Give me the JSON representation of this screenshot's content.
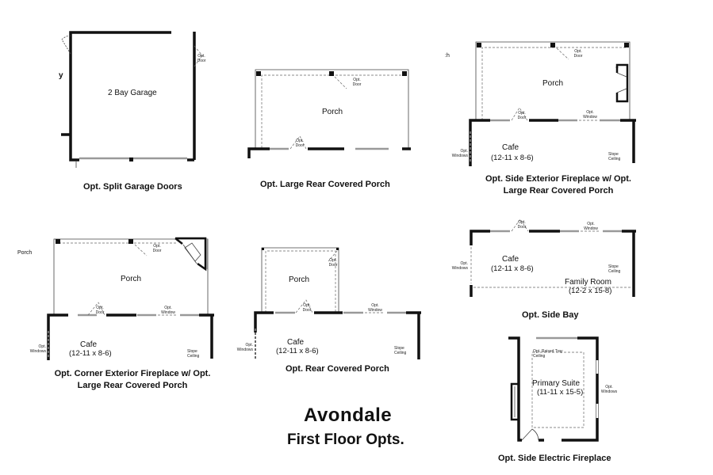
{
  "sheet": {
    "title": "Avondale",
    "subtitle": "First Floor Opts."
  },
  "plans": [
    {
      "id": "split-garage",
      "caption": "Opt. Split Garage Doors",
      "rooms": [
        {
          "name": "2 Bay Garage"
        }
      ],
      "notes": [
        "Opt. Door"
      ],
      "edge_fragments": [
        "y"
      ]
    },
    {
      "id": "large-rear-porch",
      "caption": "Opt. Large Rear Covered Porch",
      "rooms": [
        {
          "name": "Porch"
        }
      ],
      "notes": [
        "Opt. Door",
        "Opt. Door"
      ]
    },
    {
      "id": "side-exterior-fireplace",
      "caption_line1": "Opt. Side Exterior Fireplace w/ Opt.",
      "caption_line2": "Large Rear Covered Porch",
      "rooms": [
        {
          "name": "Porch"
        },
        {
          "name": "Cafe",
          "dims": "(12-11 x 8-6)"
        }
      ],
      "notes": [
        "Opt. Door",
        "Opt. Door",
        "Opt. Window",
        "Opt. Windows",
        "Slope Ceiling"
      ],
      "edge_fragments": [
        ":h"
      ]
    },
    {
      "id": "corner-exterior-fireplace",
      "caption_line1": "Opt. Corner Exterior Fireplace w/ Opt.",
      "caption_line2": "Large Rear Covered Porch",
      "rooms": [
        {
          "name": "Porch"
        },
        {
          "name": "Cafe",
          "dims": "(12-11 x 8-6)"
        }
      ],
      "notes": [
        "Opt. Door",
        "Opt. Door",
        "Opt. Window",
        "Opt. Windows",
        "Slope Ceiling"
      ],
      "edge_fragments": [
        "Porch"
      ]
    },
    {
      "id": "rear-covered-porch",
      "caption": "Opt. Rear Covered Porch",
      "rooms": [
        {
          "name": "Porch"
        },
        {
          "name": "Cafe",
          "dims": "(12-11 x 8-6)"
        }
      ],
      "notes": [
        "Opt. Door",
        "Opt. Door",
        "Opt. Window",
        "Opt. Windows",
        "Slope Ceiling"
      ]
    },
    {
      "id": "side-bay",
      "caption": "Opt. Side Bay",
      "rooms": [
        {
          "name": "Cafe",
          "dims": "(12-11 x 8-6)"
        },
        {
          "name": "Family Room",
          "dims": "(12-2 x 15-8)"
        }
      ],
      "notes": [
        "Opt. Door",
        "Opt. Window",
        "Opt. Windows",
        "Slope Ceiling"
      ]
    },
    {
      "id": "side-electric-fireplace",
      "caption": "Opt. Side Electric Fireplace",
      "rooms": [
        {
          "name": "Primary Suite",
          "dims": "(11-11 x 15-5)"
        }
      ],
      "notes": [
        "Opt. Raised Tray Ceiling",
        "Opt. Windows"
      ]
    }
  ]
}
